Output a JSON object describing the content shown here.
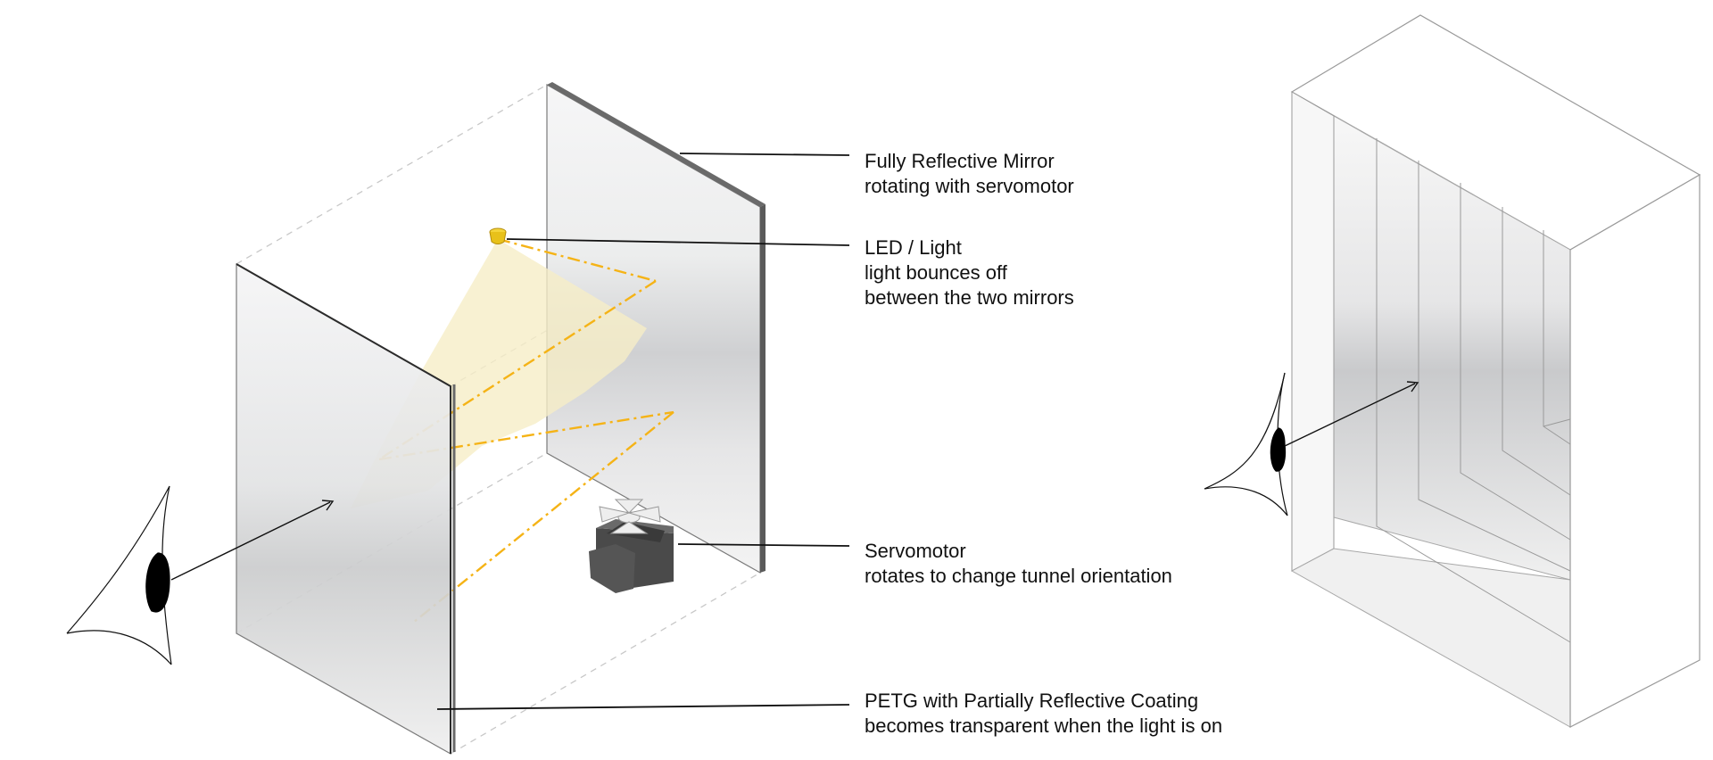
{
  "labels": {
    "mirror": {
      "title": "Fully Reflective Mirror",
      "desc": [
        "rotating with servomotor"
      ]
    },
    "led": {
      "title": "LED / Light",
      "desc": [
        "light bounces off",
        "between the two mirrors"
      ]
    },
    "servo": {
      "title": "Servomotor",
      "desc": [
        "rotates to change tunnel orientation"
      ]
    },
    "petg": {
      "title": "PETG with Partially Reflective Coating",
      "desc": [
        "becomes transparent when the light is on"
      ]
    }
  },
  "colors": {
    "line": "#111111",
    "guide": "#c8c8c8",
    "light_ray": "#f5b316",
    "light_cone": "#f6eec7",
    "mirror_frame": "#555555",
    "led": "#e8c11a",
    "servo": "#4a4a4a"
  },
  "icons": [
    "eye-icon",
    "led-icon",
    "servomotor-icon"
  ]
}
